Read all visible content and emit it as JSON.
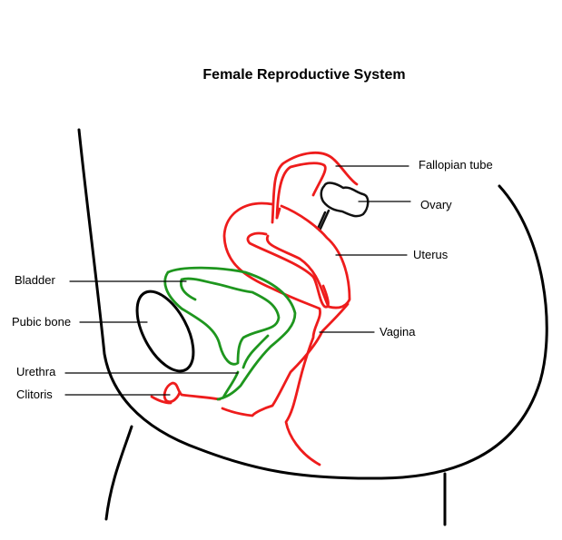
{
  "title": "Female Reproductive System",
  "labels": {
    "fallopian_tube": "Fallopian tube",
    "ovary": "Ovary",
    "uterus": "Uterus",
    "vagina": "Vagina",
    "bladder": "Bladder",
    "pubic_bone": "Pubic bone",
    "urethra": "Urethra",
    "clitoris": "Clitoris"
  },
  "colors": {
    "reproductive": "#ee1c1c",
    "urinary": "#1e961e",
    "outline": "#000000"
  }
}
